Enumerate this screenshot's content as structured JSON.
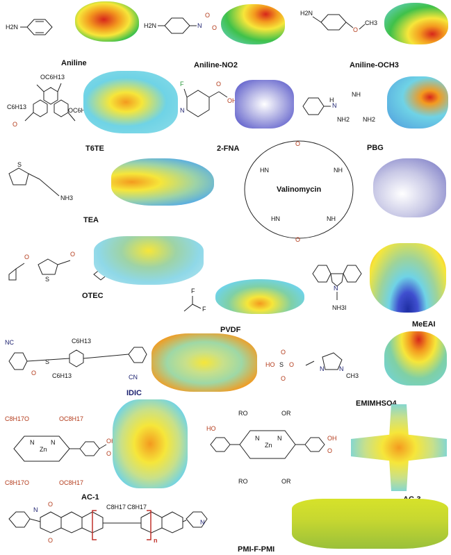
{
  "molecules": [
    {
      "id": "aniline",
      "label": "Aniline",
      "atoms": [
        "H2N"
      ]
    },
    {
      "id": "aniline-no2",
      "label": "Aniline-NO2",
      "atoms": [
        "H2N",
        "N",
        "O"
      ]
    },
    {
      "id": "aniline-och3",
      "label": "Aniline-OCH3",
      "atoms": [
        "H2N",
        "O",
        "CH3"
      ]
    },
    {
      "id": "t6te",
      "label": "T6TE",
      "atoms": [
        "OC6H13",
        "C6H13",
        "O"
      ]
    },
    {
      "id": "2-fna",
      "label": "2-FNA",
      "atoms": [
        "F",
        "N",
        "OH",
        "O"
      ]
    },
    {
      "id": "pbg",
      "label": "PBG",
      "atoms": [
        "H",
        "N",
        "NH",
        "NH2"
      ]
    },
    {
      "id": "tea",
      "label": "TEA",
      "atoms": [
        "S",
        "NH3"
      ]
    },
    {
      "id": "valinomycin",
      "label": "Valinomycin",
      "atoms": [
        "O",
        "HN",
        "NH"
      ]
    },
    {
      "id": "otec",
      "label": "OTEC",
      "atoms": [
        "S",
        "O"
      ]
    },
    {
      "id": "pvdf",
      "label": "PVDF",
      "atoms": [
        "F"
      ]
    },
    {
      "id": "meeai",
      "label": "MeEAI",
      "atoms": [
        "N",
        "NH3I"
      ]
    },
    {
      "id": "idic",
      "label": "IDIC",
      "atoms": [
        "NC",
        "CN",
        "C6H13",
        "S",
        "O"
      ]
    },
    {
      "id": "emimhso4",
      "label": "EMIMHSO4",
      "atoms": [
        "HO",
        "S",
        "O",
        "N",
        "CH3"
      ]
    },
    {
      "id": "ac-1",
      "label": "AC-1",
      "atoms": [
        "C8H17O",
        "OC8H17",
        "Zn",
        "N",
        "OH",
        "O"
      ]
    },
    {
      "id": "ac-3",
      "label": "AC-3",
      "atoms": [
        "RO",
        "OR",
        "Zn",
        "N",
        "HO",
        "OH",
        "O"
      ]
    },
    {
      "id": "pmi-f-pmi",
      "label": "PMI-F-PMI",
      "atoms": [
        "C8H17",
        "N",
        "O",
        "n"
      ]
    }
  ],
  "colors": {
    "red": "#d7261b",
    "orange": "#f39a1f",
    "yellow": "#f6e63a",
    "green": "#3fc14a",
    "cyan": "#6fd3e6",
    "blue": "#1f2fa3"
  }
}
